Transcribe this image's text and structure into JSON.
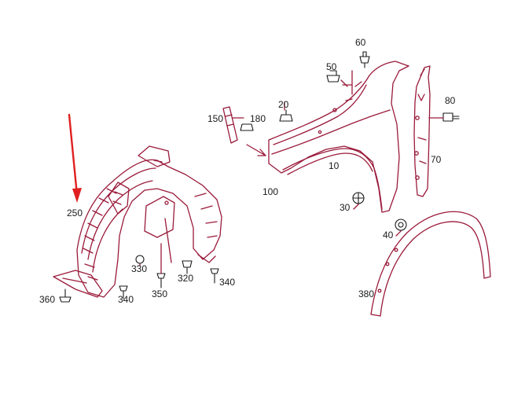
{
  "diagram": {
    "callouts": [
      {
        "id": "c60",
        "text": "60"
      },
      {
        "id": "c50",
        "text": "50"
      },
      {
        "id": "c80",
        "text": "80"
      },
      {
        "id": "c20",
        "text": "20"
      },
      {
        "id": "c150",
        "text": "150"
      },
      {
        "id": "c180",
        "text": "180"
      },
      {
        "id": "c10",
        "text": "10"
      },
      {
        "id": "c70",
        "text": "70"
      },
      {
        "id": "c100",
        "text": "100"
      },
      {
        "id": "c30",
        "text": "30"
      },
      {
        "id": "c40",
        "text": "40"
      },
      {
        "id": "c250",
        "text": "250"
      },
      {
        "id": "c330",
        "text": "330"
      },
      {
        "id": "c320",
        "text": "320"
      },
      {
        "id": "c340a",
        "text": "340"
      },
      {
        "id": "c340b",
        "text": "340"
      },
      {
        "id": "c350",
        "text": "350"
      },
      {
        "id": "c360",
        "text": "360"
      },
      {
        "id": "c380",
        "text": "380"
      }
    ],
    "colors": {
      "line": "#9a1a3a",
      "hardware": "#1a1a1a",
      "highlight_arrow": "#e02020"
    },
    "highlighted_part": "250"
  }
}
